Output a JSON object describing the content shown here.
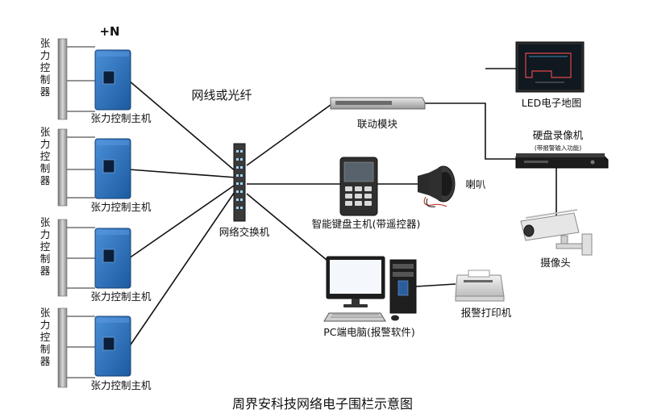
{
  "title": "周界安科技网络电子围栏示意图",
  "power_label": "+N",
  "link_label": "网线或光纤",
  "pole_label": "张力控制器",
  "controller_label": "张力控制主机",
  "switch_label": "网络交换机",
  "linkage_label": "联动模块",
  "keyboard_label": "智能键盘主机(带遥控器)",
  "horn_label": "喇叭",
  "pc_label": "PC端电脑(报警软件)",
  "printer_label": "报警打印机",
  "map_label": "LED电子地图",
  "dvr_label": "硬盘录像机",
  "dvr_sublabel": "(带报警输入功能)",
  "camera_label": "摄像头",
  "colors": {
    "line": "#111111",
    "controller_blue": "#2a6fb8",
    "pole_gray": "#9a9a9a"
  }
}
